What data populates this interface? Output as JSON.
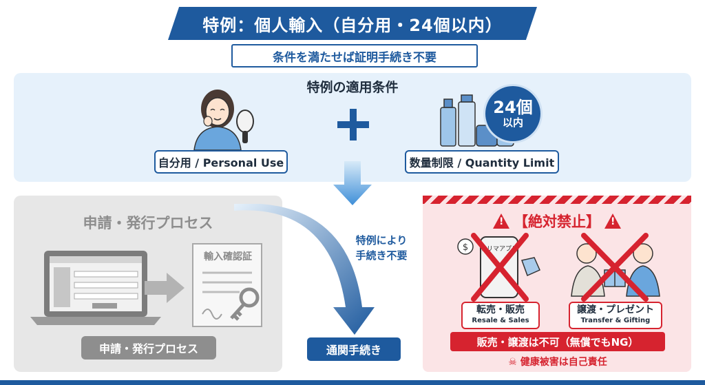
{
  "header": {
    "title": "特例：個人輸入（自分用・24個以内）",
    "subtitle": "条件を満たせば証明手続き不要"
  },
  "conditions": {
    "title": "特例の適用条件",
    "personal_use": "自分用 / Personal Use",
    "quantity_limit": "数量制限 / Quantity Limit",
    "badge_count": "24個",
    "badge_suffix": "以内"
  },
  "process": {
    "title": "申請・発行プロセス",
    "label": "申請・発行プロセス",
    "certificate": "輸入確認証"
  },
  "flow": {
    "exempt_line1": "特例により",
    "exempt_line2": "手続き不要",
    "customs": "通関手続き"
  },
  "prohibited": {
    "title": "【絶対禁止】",
    "resale_jp": "転売・販売",
    "resale_en": "Resale & Sales",
    "transfer_jp": "譲渡・プレゼント",
    "transfer_en": "Transfer & Gifting",
    "phone_label": "フリマアプリ",
    "ban_text": "販売・譲渡は不可（無償でもNG）",
    "health": "健康被害は自己責任"
  },
  "colors": {
    "primary": "#1e5a9e",
    "light_panel": "#e6f1fb",
    "gray_panel": "#e7e7e7",
    "danger": "#d6232f",
    "danger_panel": "#fbe4e6"
  }
}
